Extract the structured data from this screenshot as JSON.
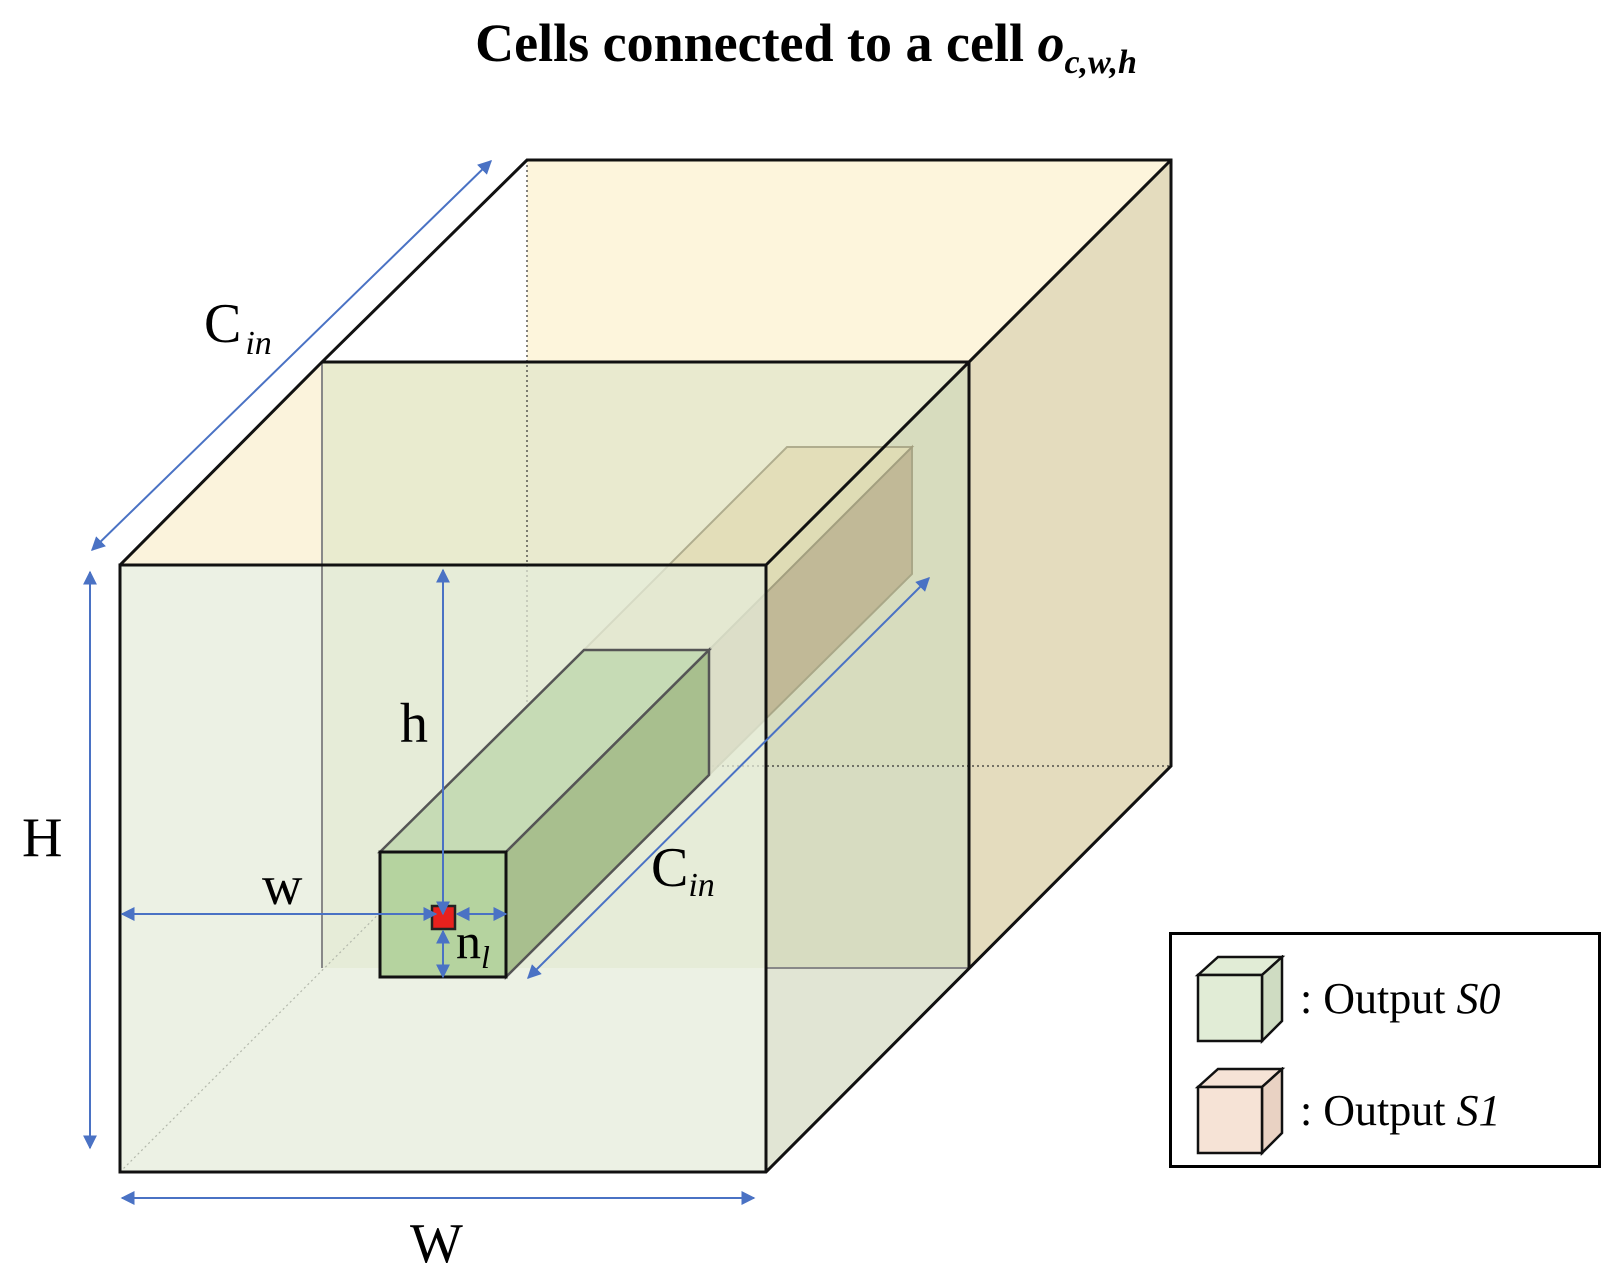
{
  "title": {
    "text": "Cells connected to a cell ",
    "symbol": "o",
    "subscript": "c,w,h"
  },
  "labels": {
    "cin_main": "C",
    "cin_main_sub": "in",
    "cin_inner": "C",
    "cin_inner_sub": "in",
    "height_big": "H",
    "width_big": "W",
    "h_small": "h",
    "w_small": "w",
    "n": "n",
    "n_sub": "l"
  },
  "legend": {
    "items": [
      {
        "prefix": ": Output ",
        "name": "S0",
        "color": "#e1ecd6"
      },
      {
        "prefix": ": Output ",
        "name": "S1",
        "color": "#f6e3d6"
      }
    ]
  },
  "colors": {
    "front_volume": "#e4ecda",
    "back_volume": "#fdf5dc",
    "side_volume": "#e4dcbe",
    "column_front": "#b5d39f",
    "column_top": "#c6dbb5",
    "column_side": "#a8bf8e",
    "target_cell": "#e8211d",
    "arrow": "#4a72c4"
  }
}
